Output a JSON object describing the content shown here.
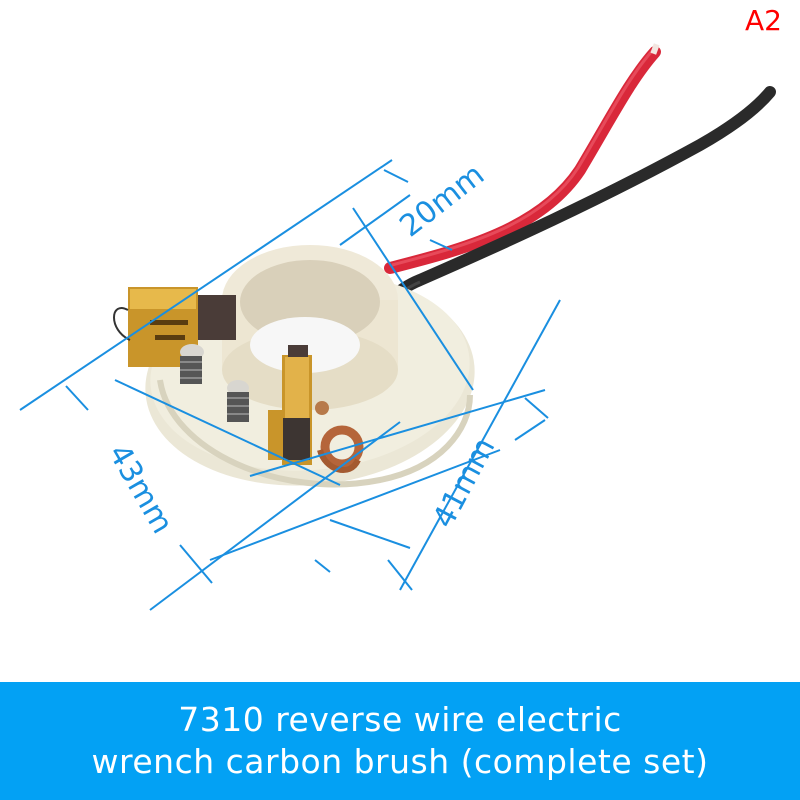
{
  "corner_label": "A2",
  "product_image": {
    "subject": "carbon brush holder assembly with red and black wires",
    "dimensions": {
      "ring_height": "20mm",
      "length": "43mm",
      "width": "41mm"
    }
  },
  "caption": {
    "line1": "7310 reverse wire electric",
    "line2": "wrench carbon brush (complete set)"
  },
  "colors": {
    "banner": "#03a1f4",
    "dimension_lines": "#1a8fe0",
    "corner_label": "#ff0000"
  }
}
